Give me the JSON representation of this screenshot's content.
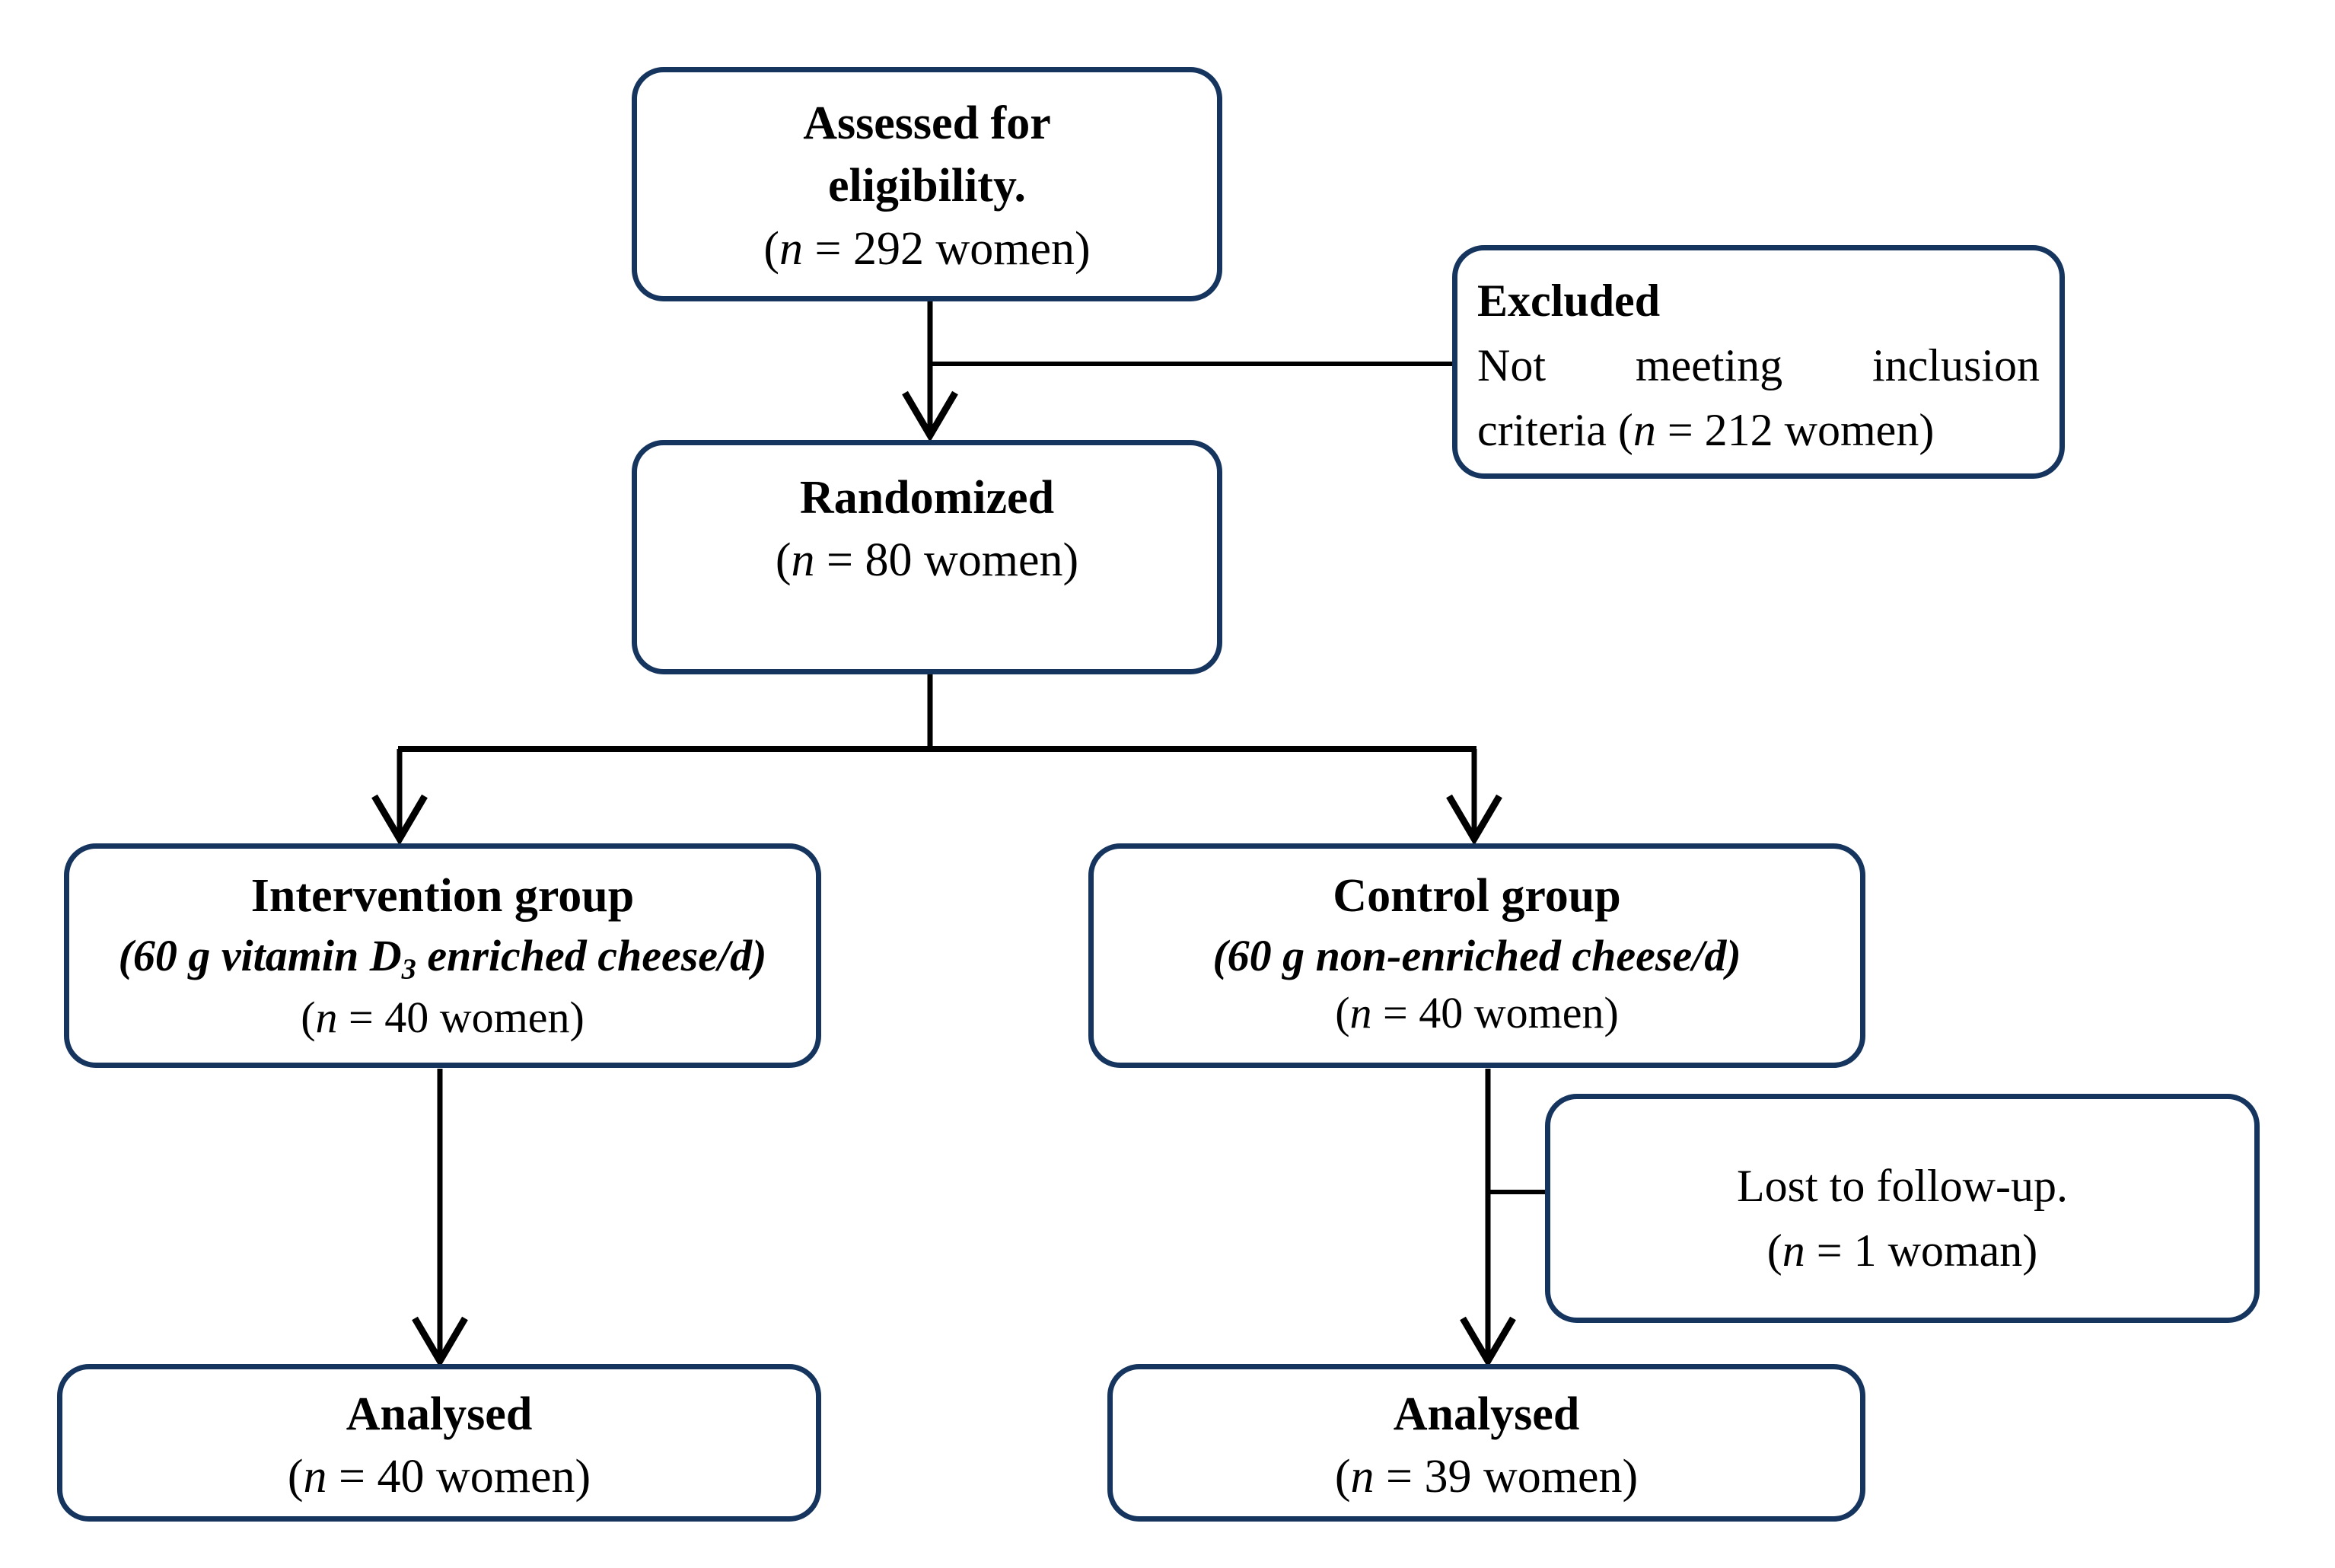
{
  "diagram": {
    "type": "consort-flow-diagram",
    "title": "CONSORT participant flow diagram",
    "colors": {
      "box_border": "#16355e",
      "connector": "#000000",
      "background": "#ffffff",
      "text": "#000000"
    },
    "nodes": {
      "assessed": {
        "name": "Assessed for eligibility",
        "line1": "Assessed for",
        "line2": "eligibility.",
        "line3_prefix": "(",
        "line3_var": "n",
        "line3_rest": " = 292 women)",
        "n_value": 292,
        "unit": "women"
      },
      "excluded": {
        "name": "Excluded",
        "heading": "Excluded",
        "body_line1": "Not meeting inclusion",
        "body_line2_prefix": "criteria (",
        "body_line2_var": "n",
        "body_line2_rest": " = 212 women)",
        "n_value": 212,
        "unit": "women"
      },
      "randomized": {
        "name": "Randomized",
        "line1": "Randomized",
        "line2_prefix": "(",
        "line2_var": "n",
        "line2_rest": " = 80 women)",
        "n_value": 80,
        "unit": "women"
      },
      "intervention": {
        "name": "Intervention group",
        "line1": "Intervention group",
        "line2_a": "(60 g vitamin D",
        "line2_sub": "3",
        "line2_b": " enriched cheese/d)",
        "line3_prefix": "(",
        "line3_var": "n",
        "line3_rest": " = 40 women)",
        "dose": "60 g",
        "product": "vitamin D3 enriched cheese/d",
        "n_value": 40,
        "unit": "women"
      },
      "control": {
        "name": "Control group",
        "line1": "Control group",
        "line2": "(60 g non-enriched cheese/d)",
        "line3_prefix": "(",
        "line3_var": "n",
        "line3_rest": " = 40 women)",
        "dose": "60 g",
        "product": "non-enriched cheese/d",
        "n_value": 40,
        "unit": "women"
      },
      "lost_to_followup": {
        "name": "Lost to follow-up",
        "line1": "Lost to follow-up.",
        "line2_prefix": "(",
        "line2_var": "n",
        "line2_rest": " = 1 woman)",
        "n_value": 1,
        "unit": "woman"
      },
      "analysed_left": {
        "name": "Analysed intervention",
        "line1": "Analysed",
        "line2_prefix": "(",
        "line2_var": "n",
        "line2_rest": " = 40 women)",
        "n_value": 40,
        "unit": "women"
      },
      "analysed_right": {
        "name": "Analysed control",
        "line1": "Analysed",
        "line2_prefix": "(",
        "line2_var": "n",
        "line2_rest": " = 39 women)",
        "n_value": 39,
        "unit": "women"
      }
    },
    "connectors": [
      {
        "name": "assessed-to-randomized",
        "style": "arrow-down"
      },
      {
        "name": "assessed-to-excluded",
        "style": "elbow-right"
      },
      {
        "name": "randomized-split-left",
        "style": "arrow-down"
      },
      {
        "name": "randomized-split-right",
        "style": "arrow-down"
      },
      {
        "name": "intervention-to-analysed",
        "style": "arrow-down"
      },
      {
        "name": "control-to-analysed",
        "style": "arrow-down"
      },
      {
        "name": "control-to-lost",
        "style": "elbow-right"
      }
    ]
  }
}
